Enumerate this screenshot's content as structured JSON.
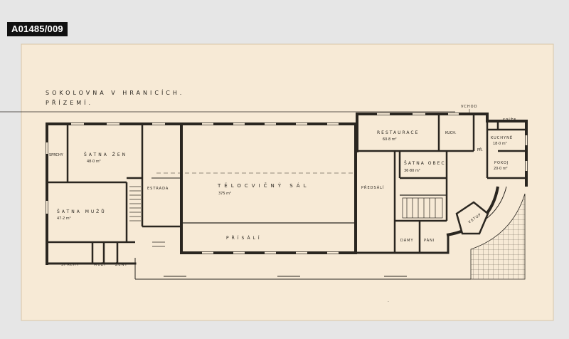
{
  "archive_id": "A01485/009",
  "title": {
    "line1": "SOKOLOVNA V HRANICÍCH.",
    "line2": "PŘÍZEMÍ."
  },
  "entrance_label": "VCHOD",
  "rooms": {
    "sprchy_left": "SPRCHY",
    "satna_zen": "ŠATNA ŽEN",
    "satna_zen_area": "48·0 m²",
    "satna_muzu": "ŠATNA MUŽŮ",
    "satna_muzu_area": "47·2 m²",
    "sprchy_bottom": "SPRCHY",
    "muzi": "MUŽI",
    "zeny": "ŽENY",
    "estrada": "ESTRADA",
    "telocvicny_sal": "TĚLOCVIČNÝ SÁL",
    "telocvicny_sal_area": "375 m²",
    "prisali": "PŘÍSÁLÍ",
    "predsali": "PŘEDSÁLÍ",
    "restaurace": "RESTAURACE",
    "restaurace_area": "60·8 m²",
    "kuch": "KUCH.",
    "satna_obec": "ŠATNA OBEC.",
    "satna_obec_area": "36·80 m²",
    "damy": "DÁMY",
    "pani": "PÁNI",
    "spiz": "SPÍŽE",
    "kuchyne": "KUCHYNĚ",
    "kuchyne_area": "18·0 m²",
    "pokoj": "POKOJ",
    "pokoj_area": "20·0 m²",
    "pr": "PŘ.",
    "vstup": "VSTUP"
  },
  "colors": {
    "paper": "#f7ead6",
    "ink": "#2a2620",
    "background": "#e6e6e6",
    "label_bg": "#111111"
  }
}
